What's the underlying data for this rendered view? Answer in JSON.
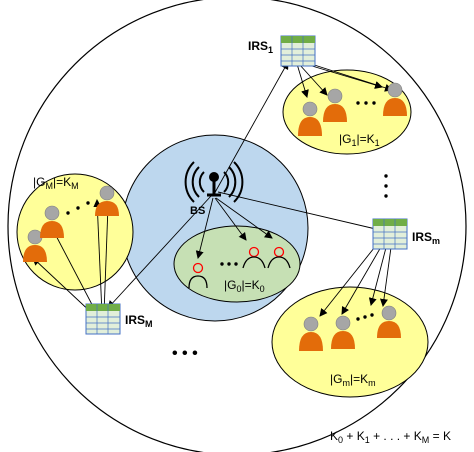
{
  "labels": {
    "bs": "BS",
    "irs_1": "IRS",
    "irs_1_sub": "1",
    "irs_m": "IRS",
    "irs_m_sub": "m",
    "irs_M": "IRS",
    "irs_M_sub": "M",
    "g1": "|G",
    "g1_sub": "1",
    "g1_tail": "|=K",
    "g1_tail_sub": "1",
    "gm": "|G",
    "gm_sub": "m",
    "gm_tail": "|=K",
    "gm_tail_sub": "m",
    "gM": "|G",
    "gM_sub": "M",
    "gM_tail": "|=K",
    "gM_tail_sub": "M",
    "g0": "|G",
    "g0_sub": "0",
    "g0_tail": "|=K",
    "g0_tail_sub": "0",
    "eq_k0": "K",
    "eq_k0_sub": "0",
    "eq_plus1": " + K",
    "eq_k1_sub": "1",
    "eq_mid": " + . . . + K",
    "eq_kM_sub": "M",
    "eq_end": " = K",
    "dots_bottom": "• • •"
  },
  "colors": {
    "cell_fill": "#bdd7ee",
    "bs_zone_fill": "#ffffff",
    "cluster_fill": "#ffff99",
    "bs_group_fill": "#c6e0b4",
    "user_head": "#a6a6a6",
    "user_body": "#e36c0a",
    "bs_user": "#ff0000",
    "irs_header": "#70ad47",
    "irs_body": "#e2efda"
  },
  "icons": [
    "bs-antenna-icon",
    "irs-panel-icon",
    "user-icon",
    "bs-user-icon"
  ]
}
